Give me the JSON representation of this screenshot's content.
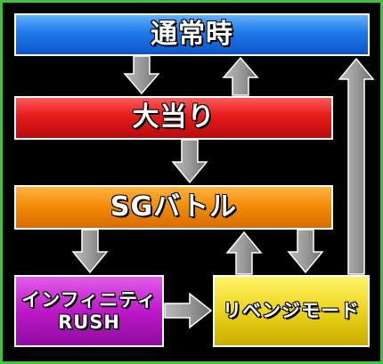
{
  "boxes": {
    "normal": "通常時",
    "big_win": "大当り",
    "sg_battle": "SGバトル",
    "infinity_line1": "インフィニティ",
    "infinity_line2": "RUSH",
    "revenge": "リベンジモード"
  },
  "colors": {
    "frame": "#3fc23a",
    "normal": "#1f79e8",
    "big_win": "#e61b1b",
    "sg_battle": "#f28a05",
    "infinity": "#bd19c8",
    "revenge": "#ecd41a",
    "arrow": "#8c8c8c"
  }
}
